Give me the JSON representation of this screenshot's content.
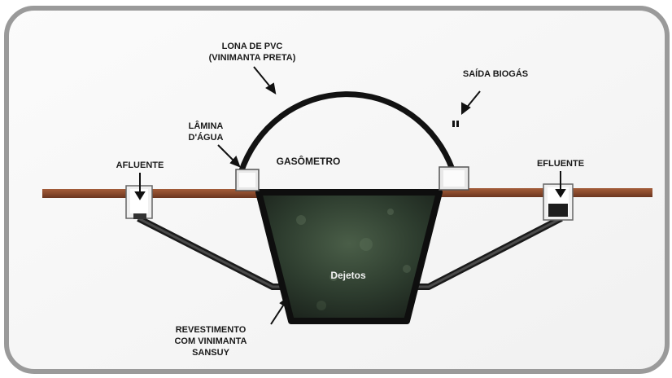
{
  "labels": {
    "lona_line1": "LONA DE PVC",
    "lona_line2": "(VINIMANTA PRETA)",
    "saida_biogas": "SAÍDA BIOGÁS",
    "lamina_line1": "LÂMINA",
    "lamina_line2": "D'ÁGUA",
    "afluente": "AFLUENTE",
    "efluente": "EFLUENTE",
    "gasometro": "GASÔMETRO",
    "dejetos": "Dejetos",
    "revest_line1": "REVESTIMENTO",
    "revest_line2": "COM VINIMANTA",
    "revest_line3": "SANSUY"
  },
  "colors": {
    "ground": "#8a4a2c",
    "ground_dark": "#5e2f1a",
    "tank_fill": "#2b3a2c",
    "outline": "#111111",
    "fitting": "#e6e6e6",
    "frame": "#9a9a9a"
  }
}
